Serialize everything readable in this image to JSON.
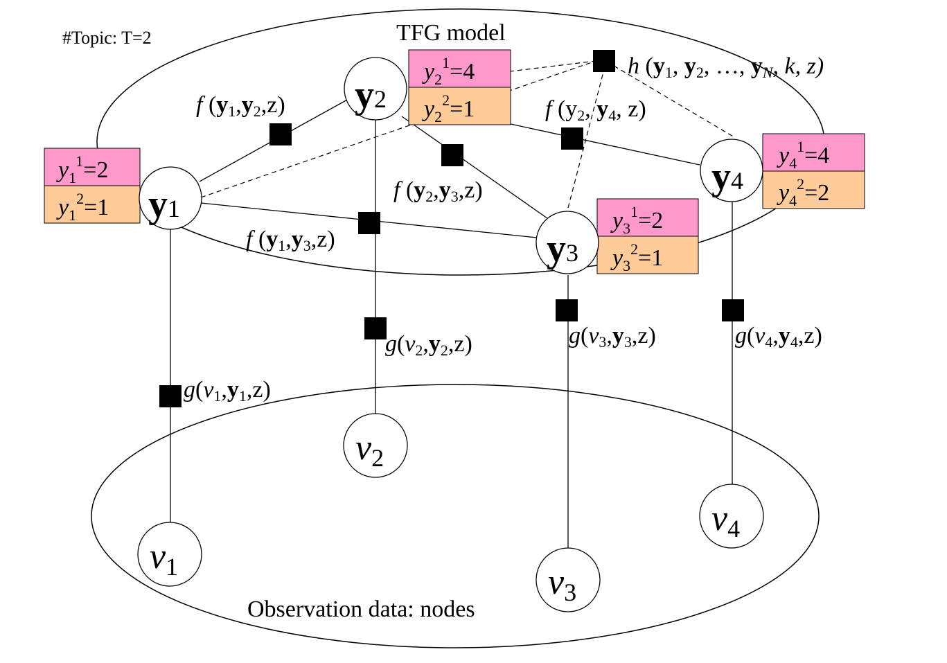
{
  "labels": {
    "topic": "#Topic: T=2",
    "model_title": "TFG model",
    "observation_title": "Observation data: nodes"
  },
  "colors": {
    "topic1_fill": "#ff99cc",
    "topic2_fill": "#ffcc99",
    "line": "#000000",
    "factor": "#000000"
  },
  "latent_nodes": [
    {
      "id": "y1",
      "base": "y",
      "sub": "1"
    },
    {
      "id": "y2",
      "base": "y",
      "sub": "2"
    },
    {
      "id": "y3",
      "base": "y",
      "sub": "3"
    },
    {
      "id": "y4",
      "base": "y",
      "sub": "4"
    }
  ],
  "observed_nodes": [
    {
      "id": "v1",
      "base": "v",
      "sub": "1"
    },
    {
      "id": "v2",
      "base": "v",
      "sub": "2"
    },
    {
      "id": "v3",
      "base": "v",
      "sub": "3"
    },
    {
      "id": "v4",
      "base": "v",
      "sub": "4"
    }
  ],
  "topic_boxes": [
    {
      "node": "y1",
      "rows": [
        {
          "base": "y",
          "sub": "1",
          "sup": "1",
          "eq": "=2"
        },
        {
          "base": "y",
          "sub": "1",
          "sup": "2",
          "eq": "=1"
        }
      ]
    },
    {
      "node": "y2",
      "rows": [
        {
          "base": "y",
          "sub": "2",
          "sup": "1",
          "eq": "=4"
        },
        {
          "base": "y",
          "sub": "2",
          "sup": "2",
          "eq": "=1"
        }
      ]
    },
    {
      "node": "y3",
      "rows": [
        {
          "base": "y",
          "sub": "3",
          "sup": "1",
          "eq": "=2"
        },
        {
          "base": "y",
          "sub": "3",
          "sup": "2",
          "eq": "=1"
        }
      ]
    },
    {
      "node": "y4",
      "rows": [
        {
          "base": "y",
          "sub": "4",
          "sup": "1",
          "eq": "=4"
        },
        {
          "base": "y",
          "sub": "4",
          "sup": "2",
          "eq": "=2"
        }
      ]
    }
  ],
  "factor_labels": {
    "f12": {
      "fn": "f",
      "open": " (",
      "a": "y",
      "as": "1",
      "sep": ",",
      "b": "y",
      "bs": "2",
      "close": ",z)"
    },
    "f13": {
      "fn": "f",
      "open": " (",
      "a": "y",
      "as": "1",
      "sep": ",",
      "b": "y",
      "bs": "3",
      "close": ",z)"
    },
    "f23": {
      "fn": "f",
      "open": " (",
      "a": "y",
      "as": "2",
      "sep": ",",
      "b": "y",
      "bs": "3",
      "close": ",z)"
    },
    "f24": {
      "fn": "f",
      "open": " (y",
      "as": "2",
      "sep": ", ",
      "b": "y",
      "bs": "4",
      "close": ", z)"
    },
    "g1": {
      "fn": "g",
      "open": "(",
      "a": "v",
      "as": "1",
      "sep": ",",
      "b": "y",
      "bs": "1",
      "close": ",z)"
    },
    "g2": {
      "fn": "g",
      "open": "(",
      "a": "v",
      "as": "2",
      "sep": ",",
      "b": "y",
      "bs": "2",
      "close": ",z)"
    },
    "g3": {
      "fn": "g",
      "open": "(",
      "a": "v",
      "as": "3",
      "sep": ",",
      "b": "y",
      "bs": "3",
      "close": ",z)"
    },
    "g4": {
      "fn": "g",
      "open": "(",
      "a": "v",
      "as": "4",
      "sep": ",",
      "b": "y",
      "bs": "4",
      "close": ",z)"
    },
    "h": {
      "fn": "h",
      "open": " (",
      "y1": "y",
      "s1": "1",
      "comma1": ", ",
      "y2": "y",
      "s2": "2",
      "mid": ", …, ",
      "yN": "y",
      "sN": "N",
      "tail": ", k, z)"
    }
  }
}
